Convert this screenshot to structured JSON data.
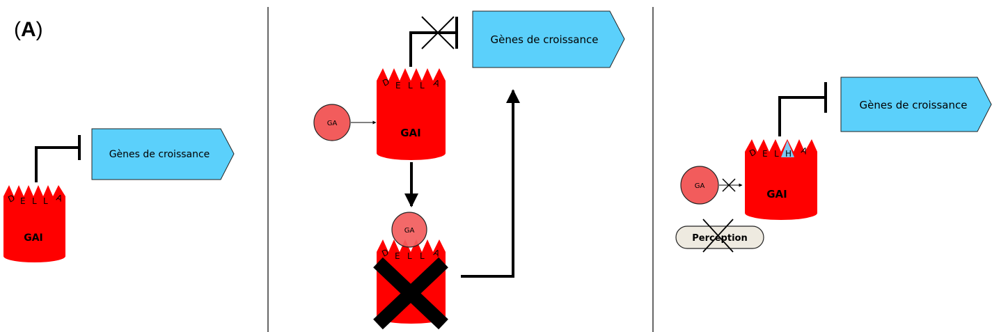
{
  "figure": {
    "panel_label": "(A)",
    "panel_label_open": "(",
    "panel_label_letter": "A",
    "panel_label_close": ")"
  },
  "colors": {
    "protein_red": "#ff0000",
    "gene_blue": "#5bd0fb",
    "ga_fill": "#f25c5c",
    "mutation_blue": "#7ec8f0",
    "perception_fill": "#eeeae0",
    "line_black": "#000000"
  },
  "panels": [
    {
      "protein_label": "GAI",
      "della_letters": [
        "D",
        "E",
        "L",
        "L",
        "A"
      ],
      "gene_label": "Gènes de croissance"
    },
    {
      "ga_label": "GA",
      "protein_label": "GAI",
      "della_letters": [
        "D",
        "E",
        "L",
        "L",
        "A"
      ],
      "gene_label": "Gènes de croissance",
      "bound_ga_label": "GA",
      "degraded_della_letters": [
        "D",
        "E",
        "L",
        "L",
        "A"
      ]
    },
    {
      "ga_label": "GA",
      "protein_label": "GAI",
      "della_letters": [
        "D",
        "E",
        "L",
        "H",
        "A"
      ],
      "gene_label": "Gènes de croissance",
      "perception_label": "Perception"
    }
  ]
}
